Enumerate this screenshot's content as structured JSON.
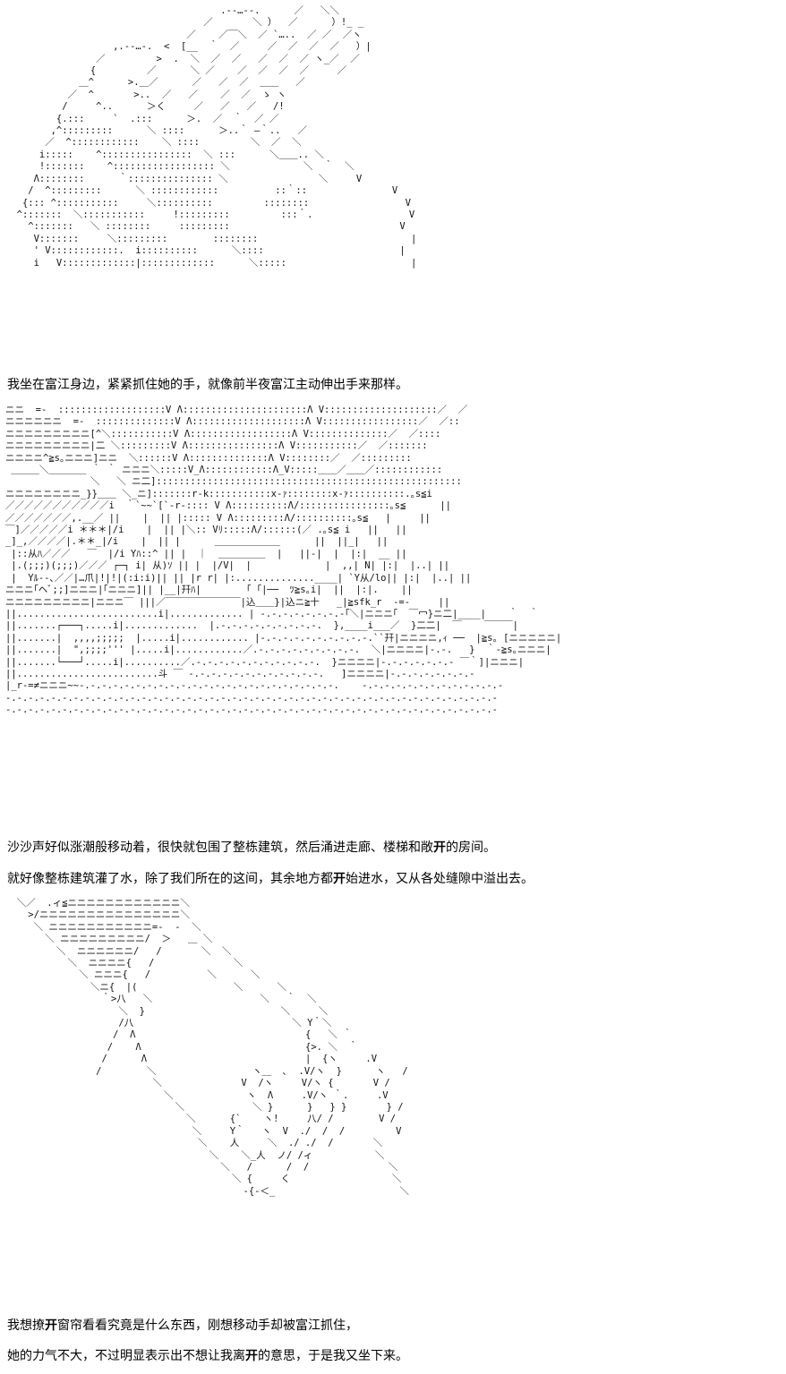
{
  "lines": {
    "l1": [
      "我坐在富江身边，紧紧抓住她的手，就像前半夜富江主动伸出手来那样。"
    ],
    "l2": [
      "沙沙声好似涨潮般移动着，很快就包围了整栋建筑，然后涌进走廊、楼梯和敞",
      "开",
      "的房间。"
    ],
    "l3": [
      "就好像整栋建筑灌了水，除了我们所在的这间，其余地方都",
      "开",
      "始进水，又从各处缝隙中溢出去。"
    ],
    "l4": [
      "我想撩",
      "开",
      "窗帘看看究竟是什么东西，刚想移动手却被富江抓住，"
    ],
    "l5": [
      "她的力气不大，不过明显表示出不想让我离",
      "开",
      "的意思，于是我又坐下来。"
    ]
  }
}
